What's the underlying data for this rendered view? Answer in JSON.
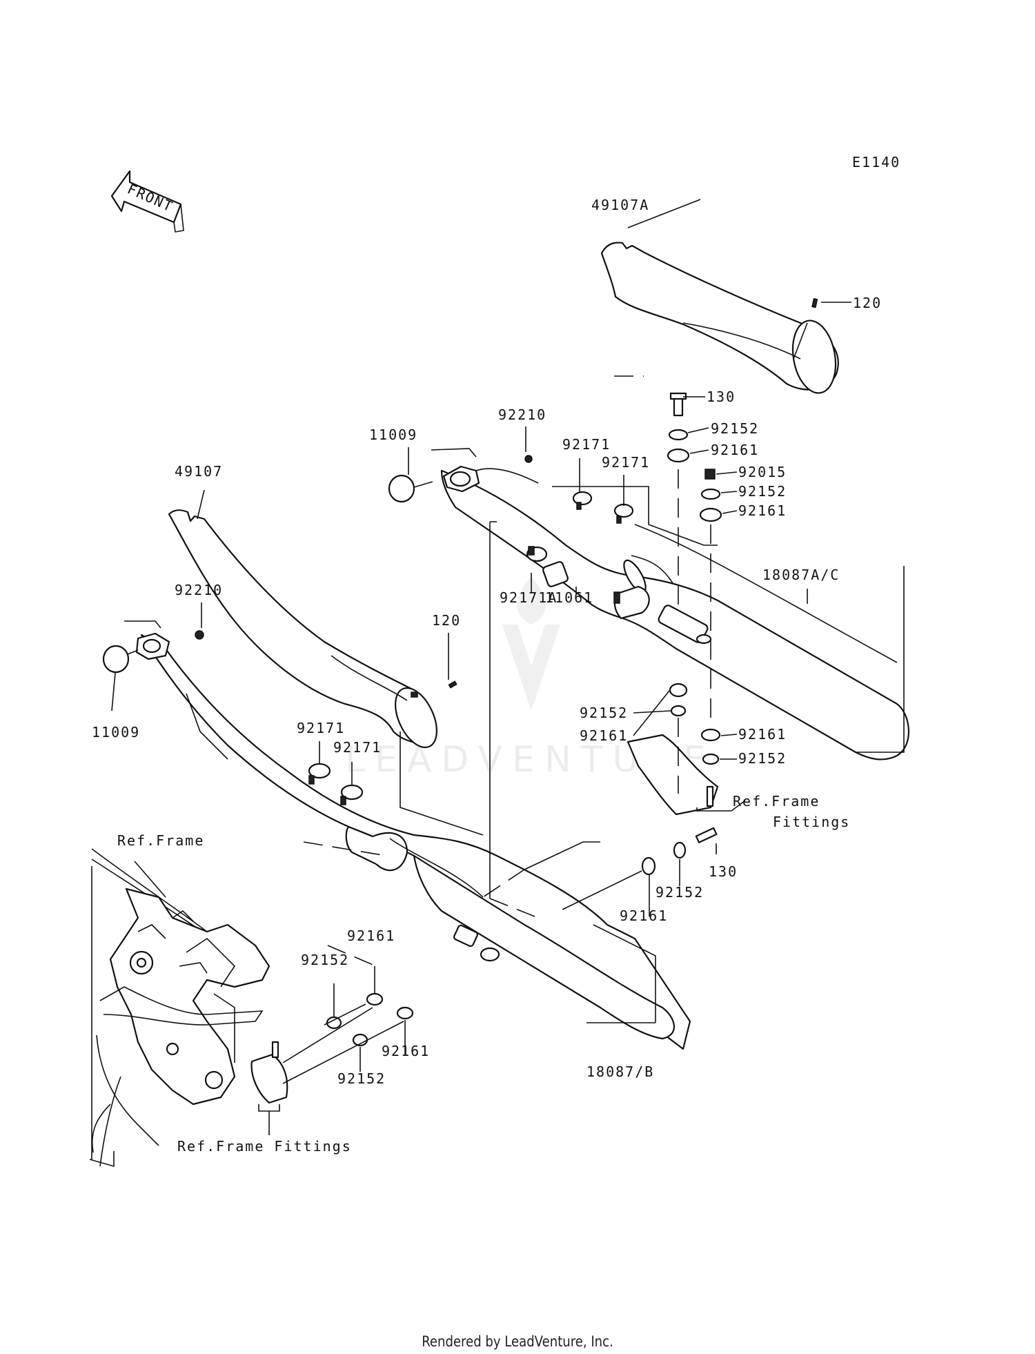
{
  "diagram": {
    "code": "E1140",
    "front_label": "FRONT",
    "parts": {
      "p49107A": "49107A",
      "p120_top": "120",
      "p130_top": "130",
      "p92152_a": "92152",
      "p92161_a": "92161",
      "p92015": "92015",
      "p92152_b": "92152",
      "p92161_b": "92161",
      "p92210_top": "92210",
      "p11009_top": "11009",
      "p92171_a": "92171",
      "p92171_b": "92171",
      "p18087AC": "18087A/C",
      "p49107": "49107",
      "p92210_left": "92210",
      "p120_mid": "120",
      "p92171A": "92171A",
      "p11061": "11061",
      "p11009_left": "11009",
      "p92161_c": "92161",
      "p92152_c": "92152",
      "p92161_d": "92161",
      "p92152_d": "92152",
      "p92171_c": "92171",
      "p92171_d": "92171",
      "ref_frame_fittings_right_1": "Ref.Frame",
      "ref_frame_fittings_right_2": "Fittings",
      "ref_frame": "Ref.Frame",
      "p130_bottom": "130",
      "p92152_e": "92152",
      "p92161_e": "92161",
      "p92161_f": "92161",
      "p92152_f": "92152",
      "p92152_g": "92152",
      "p92161_g": "92161",
      "p18087B": "18087/B",
      "ref_frame_fittings_bottom": "Ref.Frame Fittings"
    }
  },
  "watermark": {
    "text": "LEADVENTURE"
  },
  "footer": {
    "text": "Rendered by LeadVenture, Inc."
  }
}
